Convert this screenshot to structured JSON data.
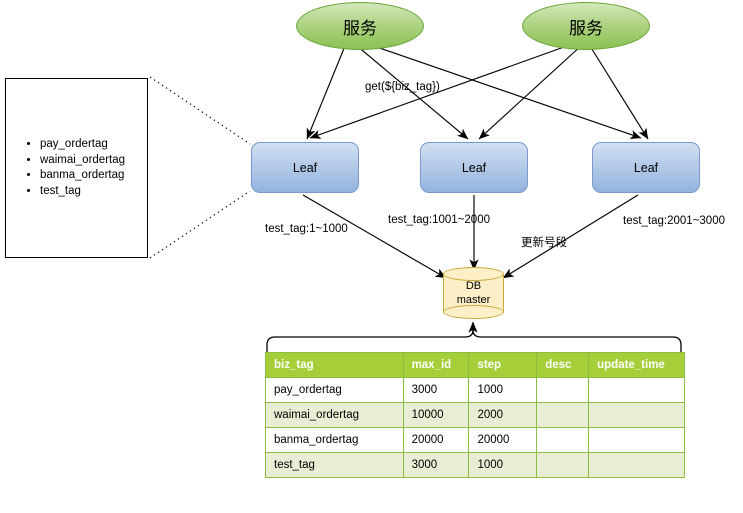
{
  "diagram": {
    "services": [
      {
        "id": "svc1",
        "label": "服务"
      },
      {
        "id": "svc2",
        "label": "服务"
      }
    ],
    "leaves": [
      {
        "id": "leaf1",
        "label": "Leaf"
      },
      {
        "id": "leaf2",
        "label": "Leaf"
      },
      {
        "id": "leaf3",
        "label": "Leaf"
      }
    ],
    "database": {
      "line1": "DB",
      "line2": "master"
    },
    "edge_labels": {
      "get_call": "get(${biz_tag})",
      "range_1": "test_tag:1~1000",
      "range_2": "test_tag:1001~2000",
      "range_3": "test_tag:2001~3000",
      "update_segment": "更新号段"
    },
    "tag_box": {
      "items": [
        "pay_ordertag",
        "waimai_ordertag",
        "banma_ordertag",
        "test_tag"
      ]
    },
    "colors": {
      "service_fill": "#a8d07a",
      "service_stroke": "#6ba43a",
      "leaf_fill": "#b5cbe8",
      "leaf_stroke": "#7899c9",
      "db_fill": "#fdf0c8",
      "db_stroke": "#c9a93a",
      "table_header": "#a6ce39",
      "table_row_alt": "#e8eed4",
      "table_border": "#8dbf3f",
      "edge_stroke": "#000000"
    }
  },
  "chart_data": {
    "type": "table",
    "title": "",
    "columns": [
      "biz_tag",
      "max_id",
      "step",
      "desc",
      "update_time"
    ],
    "rows": [
      {
        "biz_tag": "pay_ordertag",
        "max_id": "3000",
        "step": "1000",
        "desc": "",
        "update_time": ""
      },
      {
        "biz_tag": "waimai_ordertag",
        "max_id": "10000",
        "step": "2000",
        "desc": "",
        "update_time": ""
      },
      {
        "biz_tag": "banma_ordertag",
        "max_id": "20000",
        "step": "20000",
        "desc": "",
        "update_time": ""
      },
      {
        "biz_tag": "test_tag",
        "max_id": "3000",
        "step": "1000",
        "desc": "",
        "update_time": ""
      }
    ]
  }
}
